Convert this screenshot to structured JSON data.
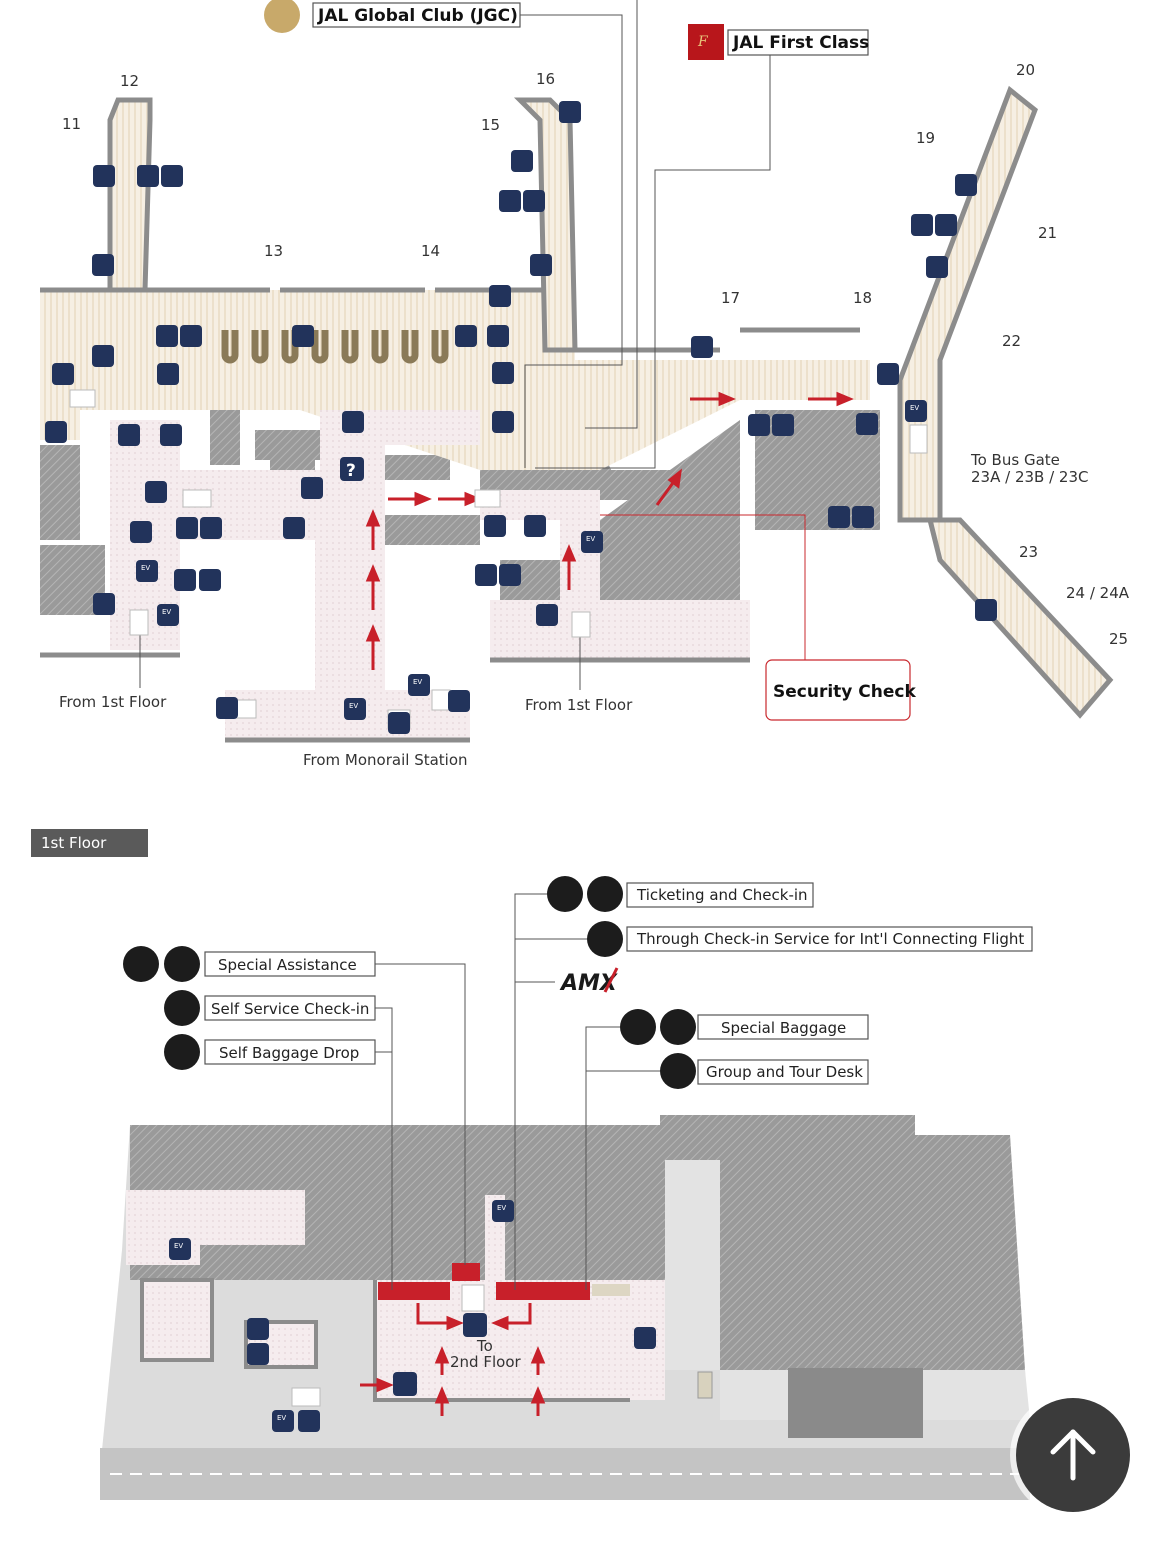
{
  "lounges": {
    "jgc": "JAL Global Club (JGC)",
    "first_class": "JAL First Class"
  },
  "gates": {
    "g11": "11",
    "g12": "12",
    "g13": "13",
    "g14": "14",
    "g15": "15",
    "g16": "16",
    "g17": "17",
    "g18": "18",
    "g19": "19",
    "g20": "20",
    "g21": "21",
    "g22": "22",
    "g23": "23",
    "g24": "24 / 24A",
    "g25": "25"
  },
  "second_floor": {
    "bus_gate_line1": "To Bus Gate",
    "bus_gate_line2": "23A / 23B / 23C",
    "from_first_left": "From 1st Floor",
    "from_first_right": "From 1st Floor",
    "from_monorail": "From Monorail Station",
    "security_check": "Security Check"
  },
  "first_floor": {
    "tab": "1st Floor",
    "to_floor_line1": "To",
    "to_floor_line2": "2nd Floor",
    "amx_logo": "AMX",
    "labels": {
      "ticketing": "Ticketing and Check-in",
      "through_checkin": "Through Check-in Service for Int'l Connecting Flight",
      "special_assistance": "Special Assistance",
      "self_service": "Self Service Check-in",
      "self_baggage": "Self Baggage Drop",
      "special_baggage": "Special Baggage",
      "group_tour": "Group and Tour Desk"
    }
  },
  "icon_glyphs": {
    "elevator": "EV",
    "information": "?"
  },
  "colors": {
    "navy_icon": "#22335b",
    "security_red": "#c9282d",
    "corridor": "#f3ead9",
    "wall": "#8c8c8c",
    "check_counter": "#c8202a",
    "arrow_red": "#c8202a"
  }
}
